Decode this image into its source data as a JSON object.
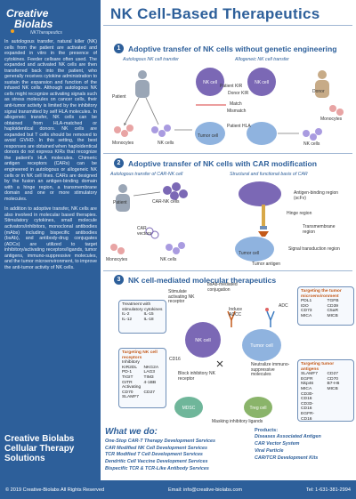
{
  "logo": {
    "line1": "Creative",
    "line2": "Biolabs",
    "tagline": "NKTherapeutics"
  },
  "title": "NK Cell-Based Therapeutics",
  "sidebar": {
    "para1": "In autologous transfer, natural killer (NK) cells from the patient are activated and expanded in vitro in the presence of cytokines. Feeder cellsare often used. The expanded and activated NK cells are then transferred back into the patient, who generally receives cytokine administration to sustain the expansion and function of the infused NK cells. Although autologous NK cells might recognize activating signals such as stress molecules on cancer cells, their anti-tumor activity is limited by the inhibitory signal transmitted by self HLA molecules. In allogeneic transfer, NK cells can be obtained from HLA-matched or haploidentical donors. NK cells are expanded but T cells should be removed to avoid GVHD. In this setting, the best responses are obtained when haploidentical donors do not express KIRs that recognize the patient's HLA molecules. Chimeric antigen receptors (CARs) can be engineered in autologous or allogeneic NK cells or in NK cell lines. CARs are designed by the fusion an antigen-binding domain with a hinge region, a transmembrane domain and one or more stimulatory molecules.",
    "para2": "In addition to adoptive transfer, NK cells are also involved in molecular based therapies. Stimulatory cytokines, small molecule activators/inhibitors, monoclonal antibodies (mAbs) including bispecific antibodies (bsAb), and antibody-drug conjugates (ADCs) are utilized to target inhibitory/activating receptors/ligands, tumor antigens, immuno-suppressive molecules, and the tumor microenvironment, to improve the anti-tumor activity of NK cells.",
    "brand_line1": "Creative Biolabs",
    "brand_line2": "Cellular Therapy",
    "brand_line3": "Solutions"
  },
  "section1": {
    "num": "1",
    "title": "Adoptive transfer of NK cells without genetic engineering",
    "sub_auto": "Autologous NK cell transfer",
    "sub_allo": "Allogeneic NK cell transfer",
    "patient": "Patient",
    "donor": "Donor",
    "monocytes_left": "Monocytes",
    "monocytes_right": "Monocytes",
    "nk_cells_left": "NK cells",
    "nk_cells_right": "NK cells",
    "patient_kir": "Patient KIR",
    "donor_kir": "Donor KIR",
    "match": "Match",
    "mismatch": "Mismatch",
    "patient_hla": "Patient HLA",
    "tumor_cell": "Tumor cell",
    "nk_cell_label": "NK cell"
  },
  "section2": {
    "num": "2",
    "title": "Adoptive transfer of NK cells with CAR modification",
    "sub_auto": "Autologous transfer of CAR-NK cell",
    "sub_struct": "Structural and functional basis of CAR",
    "patient": "Patient",
    "car_nk_cells": "CAR-NK cells",
    "car_vectors": "CAR vectors",
    "monocytes": "Monocytes",
    "nk_cells": "NK cells",
    "antigen_binding": "Antigen-binding region (scFv)",
    "hinge": "Hinge region",
    "transmembrane": "Transmembrane region",
    "signal": "Signal transduction region",
    "tumor_cell": "Tumor cell",
    "tumor_antigen": "Tumor antigen"
  },
  "section3": {
    "num": "3",
    "title": "NK cell-mediated molecular therapeutics",
    "stim_cytokines_title": "Treatment with stimulatory cytokines",
    "stim_cytokines": [
      "IL-2",
      "IL-15",
      "IL-12",
      "IL-18"
    ],
    "receptors_title": "Targeting NK cell receptors",
    "inhibitory_label": "Inhibitory",
    "inhibitory": [
      "KIR2DL",
      "NKG2A",
      "PD-1",
      "LAG3",
      "TIGIT",
      "TIM3",
      "GITR",
      "4-1BB"
    ],
    "activating_label": "Activating",
    "activating": [
      "CD70",
      "CD27",
      "SLAMF7",
      ""
    ],
    "micro_title": "Targeting the tumor microenvironment",
    "micro": [
      "PDL1",
      "TGFB",
      "IDO",
      "CD39",
      "CD73",
      "C5aR",
      "MICA",
      "MICB"
    ],
    "antigens_title": "Targeting tumor antigens",
    "antigens": [
      "SLAMF7",
      "CD27",
      "EGFR",
      "CD70",
      "Nkp46",
      "B7-H6",
      "MICA",
      "MICB",
      "CD30-CD16",
      "",
      "CD33-CD16",
      "",
      "EGFR-CD16",
      ""
    ],
    "stimulate": "Stimulate activating NK receptor",
    "bsab": "bsAb-mediated conjugation",
    "adc": "ADC",
    "induce_adcc": "Induce ADCC",
    "cd16": "CD16",
    "block": "Block inhibitory NK receptor",
    "neutralize": "Neutralize immuno-suppressive molecules",
    "mask": "Masking inhibitory ligands",
    "mdsc": "MDSC",
    "treg": "Treg cell",
    "tumor_cell": "Tumor cell",
    "nk_cell": "NK cell"
  },
  "what_we_do": {
    "title": "What we do:",
    "services": [
      "One-Stop CAR-T Therapy Development Services",
      "CAR Modified NK Cell Development Services",
      "TCR Modified T Cell Development Services",
      "Dendritic Cell Vaccine Development Services",
      "Bispecific TCR & TCR-Like Antibody Services"
    ],
    "products_title": "Products:",
    "products": [
      "Diseases Associated Antigen",
      "CAR Vector System",
      "Viral Particle",
      "CAR/TCR Development Kits"
    ]
  },
  "footer": {
    "copyright": "© 2019 Creative-Biolabs All Rights Reserved",
    "email": "Email: info@creative-biolabs.com",
    "tel": "Tel: 1-631-381-2994"
  },
  "colors": {
    "brand_blue": "#2d5f9a",
    "accent_orange": "#c45a1a",
    "cell_purple": "#7b68b5",
    "tumor_blue": "#8fb3df"
  }
}
